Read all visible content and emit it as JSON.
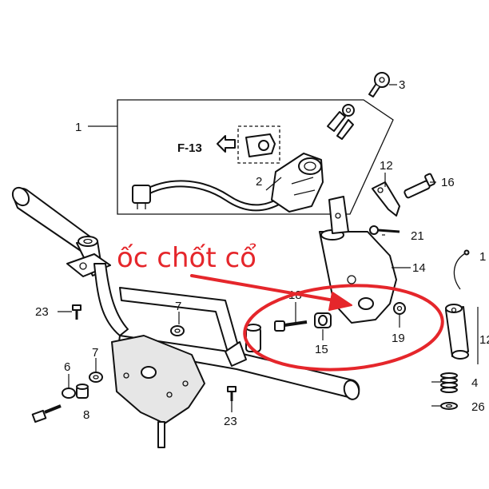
{
  "callouts": {
    "c1": "1",
    "c2": "2",
    "c3": "3",
    "c4": "4",
    "c6": "6",
    "c7a": "7",
    "c7b": "7",
    "c8": "8",
    "c12": "12",
    "c14": "14",
    "c15": "15",
    "c16": "16",
    "c18": "18",
    "c19": "19",
    "c21": "21",
    "c23a": "23",
    "c23b": "23",
    "c26": "26",
    "c1r": "1",
    "c12r": "12"
  },
  "reference_label": "F-13",
  "annotation": {
    "text": "ốc chốt cổ",
    "color": "#e5262b"
  },
  "colors": {
    "line": "#111111",
    "accent": "#e5262b",
    "background": "#ffffff"
  }
}
